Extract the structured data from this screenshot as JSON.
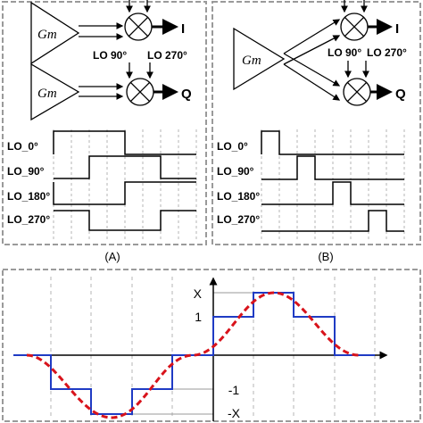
{
  "colors": {
    "wave": "#000000",
    "staircase": "#1f3bc4",
    "sine": "#d8131b",
    "frame": "#9a9a9a",
    "grid": "#b5b5b5"
  },
  "panel_a": {
    "caption": "(A)",
    "amp_label": "Gm",
    "mixer_top_output": "I",
    "mixer_bottom_output": "Q",
    "lo_input_labels": [
      "LO 90°",
      "LO 270°"
    ],
    "waveform_labels": [
      "LO_0°",
      "LO_90°",
      "LO_180°",
      "LO_270°"
    ]
  },
  "panel_b": {
    "caption": "(B)",
    "amp_label": "Gm",
    "mixer_top_output": "I",
    "mixer_bottom_output": "Q",
    "lo_input_labels": [
      "LO 90°",
      "LO 270°"
    ],
    "waveform_labels": [
      "LO_0°",
      "LO_90°",
      "LO_180°",
      "LO_270°"
    ]
  },
  "panel_c": {
    "y_tick_labels": [
      "X",
      "1",
      "-1",
      "-X"
    ]
  },
  "icons": [
    "amplifier-triangle-icon",
    "mixer-cross-circle-icon",
    "arrow-icon"
  ]
}
